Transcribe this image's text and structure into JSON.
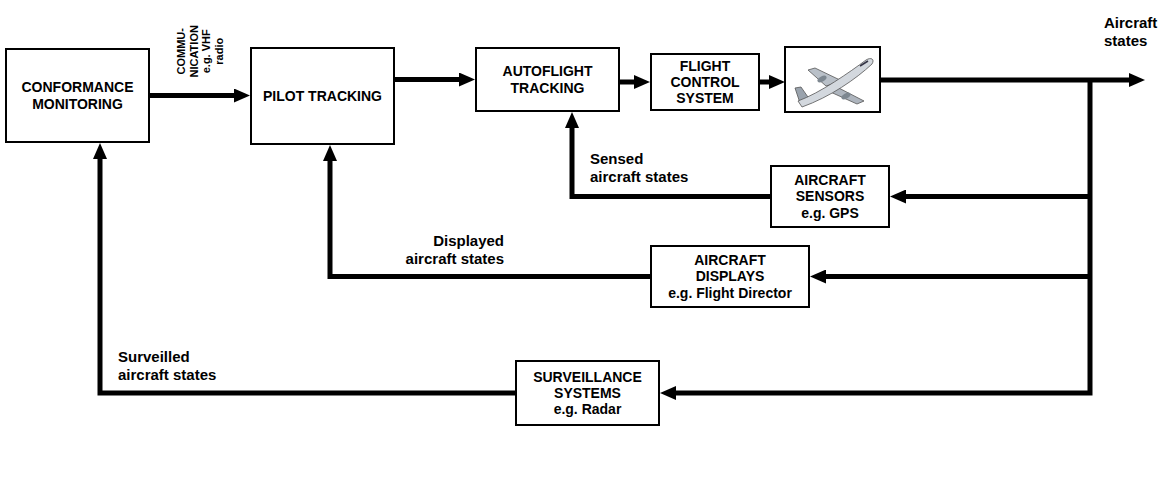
{
  "diagram": {
    "nodes": [
      {
        "text": [
          "CONFORMANCE MONITORING"
        ]
      },
      {
        "text": [
          "PILOT TRACKING"
        ]
      },
      {
        "text": [
          "AUTOFLIGHT TRACKING"
        ]
      },
      {
        "text": [
          "FLIGHT CONTROL SYSTEM"
        ]
      },
      {
        "text": [
          "AIRCRAFT SENSORS",
          "e.g. GPS"
        ]
      },
      {
        "text": [
          "AIRCRAFT DISPLAYS",
          "e.g. Flight Director"
        ]
      },
      {
        "text": [
          "SURVEILLANCE SYSTEMS",
          "e.g. Radar"
        ]
      }
    ],
    "edges": [
      {
        "from": 0,
        "to": 1,
        "arrow": "to",
        "label": "COMMU- NICATION e.g. VHF radio"
      },
      {
        "from": 1,
        "to": 2,
        "arrow": "to"
      },
      {
        "from": 2,
        "to": 3,
        "arrow": "to"
      },
      {
        "from": 4,
        "to": 2,
        "arrow": "to",
        "label": "Sensed aircraft states"
      },
      {
        "from": 5,
        "to": 1,
        "arrow": "to",
        "label": "Displayed aircraft states"
      },
      {
        "from": 6,
        "to": 0,
        "arrow": "to",
        "label": "Surveilled aircraft states"
      }
    ],
    "labels": [
      "Aircraft states"
    ]
  }
}
